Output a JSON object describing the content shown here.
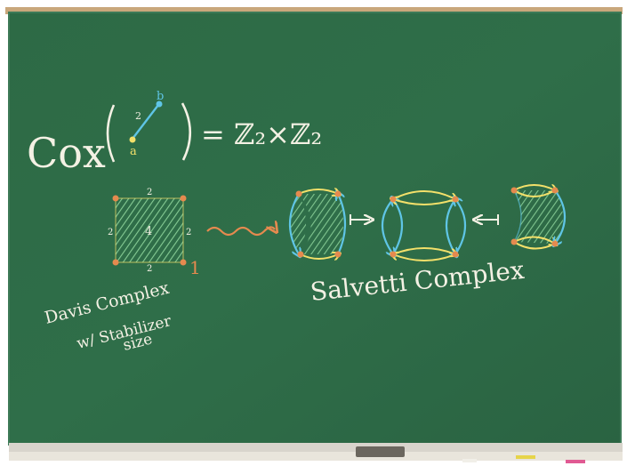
{
  "board": {
    "heading_cox": "Cox",
    "heading_rhs": "= ℤ₂×ℤ₂",
    "vertex_a": "a",
    "vertex_b": "b",
    "edge_label": "2",
    "square_center_label": "4",
    "square_edge_label": "2",
    "stabilizer_size": "1",
    "davis_line1": "Davis Complex",
    "davis_line2": "w/ Stabilizer",
    "davis_line3": "size",
    "salvetti_label": "Salvetti Complex"
  },
  "colors": {
    "board_green": "#2e6b47",
    "chalk_white": "#f4f1e4",
    "chalk_yellow": "#f3e06a",
    "chalk_blue": "#5fc5e6",
    "chalk_orange": "#e58a4f",
    "chalk_green": "#7dcf8f",
    "frame_wood": "#c9a77b"
  }
}
